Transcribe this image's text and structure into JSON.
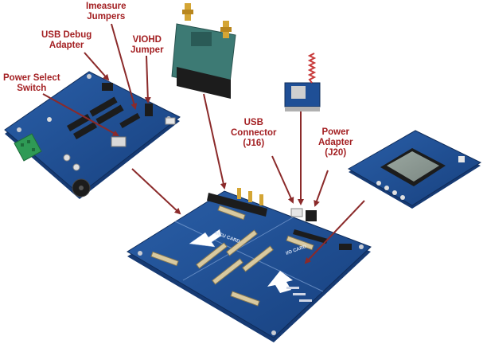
{
  "labels": {
    "imeasure": [
      "Imeasure",
      "Jumpers"
    ],
    "usb_debug": [
      "USB Debug",
      "Adapter"
    ],
    "viohd": [
      "VIOHD",
      "Jumper"
    ],
    "power_select": [
      "Power Select",
      "Switch"
    ],
    "usb_connector": [
      "USB",
      "Connector",
      "(J16)"
    ],
    "power_adapter": [
      "Power",
      "Adapter",
      "(J20)"
    ]
  },
  "silkscreen": {
    "mcu_card": "MCU CARD",
    "io_card": "I/O CARD"
  },
  "colors": {
    "label": "#a31f22",
    "arrow": "#8b2a2a",
    "board_blue": "#1f4f96",
    "board_dark": "#163a73",
    "header_black": "#1c1c1c",
    "connector_tan": "#d8c9a0",
    "terminal_green": "#2f9a55",
    "antenna_red": "#c83a3a",
    "lcd_gray": "#8f9a94"
  }
}
